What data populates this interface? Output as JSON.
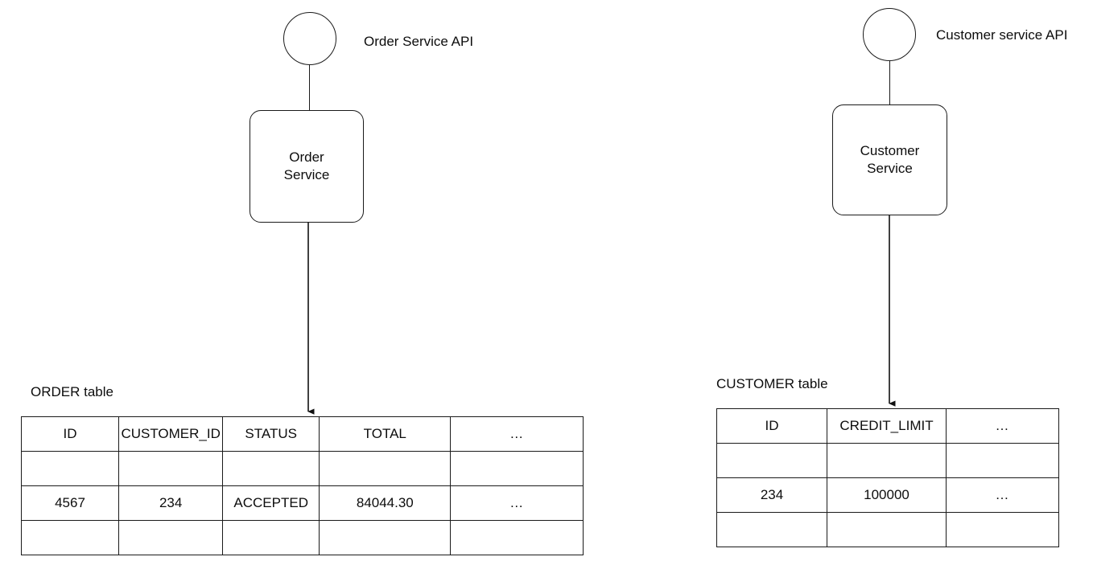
{
  "diagram": {
    "title": "Order Service and Customer Service with their database tables",
    "background_color": "#ffffff",
    "stroke_color": "#1a1a1a",
    "text_color": "#0d0d0d"
  },
  "services": [
    {
      "key": "order",
      "box_label": "Order\nService",
      "api_label": "Order Service API",
      "connector_icon": "lollipop-interface-icon",
      "arrow_icon": "down-arrow-icon"
    },
    {
      "key": "customer",
      "box_label": "Customer\nService",
      "api_label": "Customer service API",
      "connector_icon": "lollipop-interface-icon",
      "arrow_icon": "down-arrow-icon"
    }
  ],
  "tables": [
    {
      "key": "order_table",
      "caption": "ORDER table",
      "columns": [
        "ID",
        "CUSTOMER_ID",
        "STATUS",
        "TOTAL",
        "…"
      ],
      "rows": [
        [
          "",
          "",
          "",
          "",
          ""
        ],
        [
          "4567",
          "234",
          "ACCEPTED",
          "84044.30",
          "…"
        ],
        [
          "",
          "",
          "",
          "",
          ""
        ]
      ]
    },
    {
      "key": "customer_table",
      "caption": "CUSTOMER table",
      "columns": [
        "ID",
        "CREDIT_LIMIT",
        "…"
      ],
      "rows": [
        [
          "",
          "",
          ""
        ],
        [
          "234",
          "100000",
          "…"
        ],
        [
          "",
          "",
          ""
        ]
      ]
    }
  ]
}
